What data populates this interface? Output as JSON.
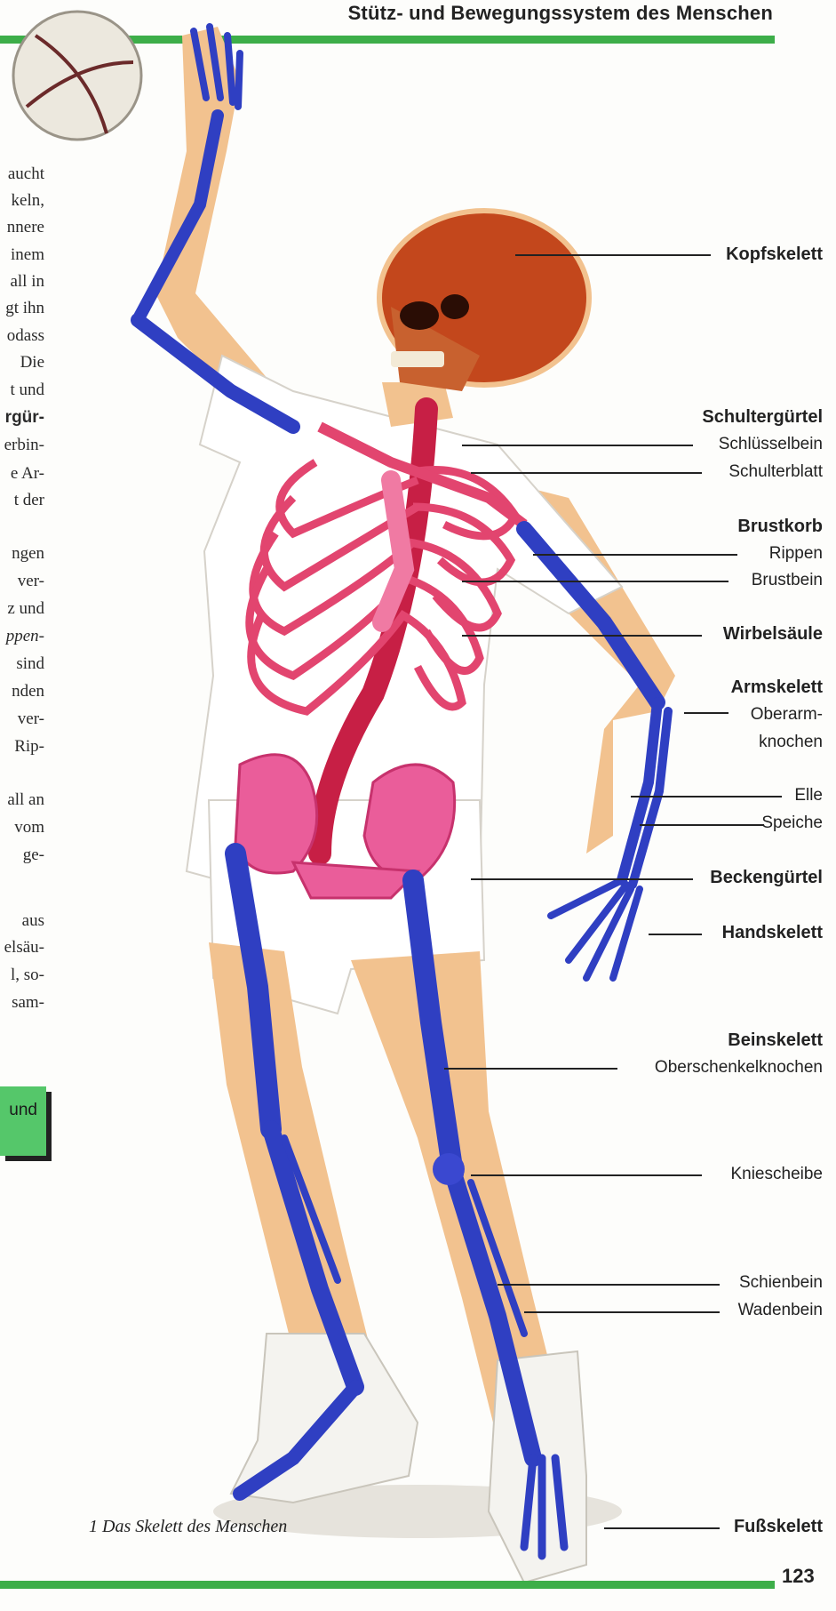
{
  "header": {
    "title": "Stütz- und Bewegungssystem des Menschen"
  },
  "page_number": "123",
  "left_text_fragments": [
    "aucht",
    "keln,",
    "nnere",
    "inem",
    "all in",
    "gt ihn",
    "odass",
    "Die",
    "t und",
    "rgür-",
    "erbin-",
    "e Ar-",
    "t der",
    "ngen",
    "ver-",
    "z und",
    "ppen-",
    "sind",
    "nden",
    "ver-",
    "Rip-",
    "all an",
    "vom",
    "ge-",
    "aus",
    "elsäu-",
    "l, so-",
    "sam-"
  ],
  "green_box_text": "und",
  "caption": "1 Das Skelett des Menschen",
  "labels": {
    "kopfskelett": "Kopfskelett",
    "schultergürtel": "Schultergürtel",
    "schlüsselbein": "Schlüsselbein",
    "schulterblatt": "Schulterblatt",
    "brustkorb": "Brustkorb",
    "rippen": "Rippen",
    "brustbein": "Brustbein",
    "wirbelsäule": "Wirbelsäule",
    "armskelett": "Armskelett",
    "oberarm1": "Oberarm-",
    "oberarm2": "knochen",
    "elle": "Elle",
    "speiche": "Speiche",
    "beckengürtel": "Beckengürtel",
    "handskelett": "Handskelett",
    "beinskelett": "Beinskelett",
    "oberschenkel": "Oberschenkelknochen",
    "kniescheibe": "Kniescheibe",
    "schienbein": "Schienbein",
    "wadenbein": "Wadenbein",
    "fussskelett": "Fußskelett"
  },
  "colors": {
    "accent_green": "#3dae49",
    "bone_blue": "#2f3fc2",
    "bone_red": "#d8325a",
    "bone_pink": "#e95a95",
    "skull": "#c3471c",
    "skin": "#f2c28f"
  }
}
